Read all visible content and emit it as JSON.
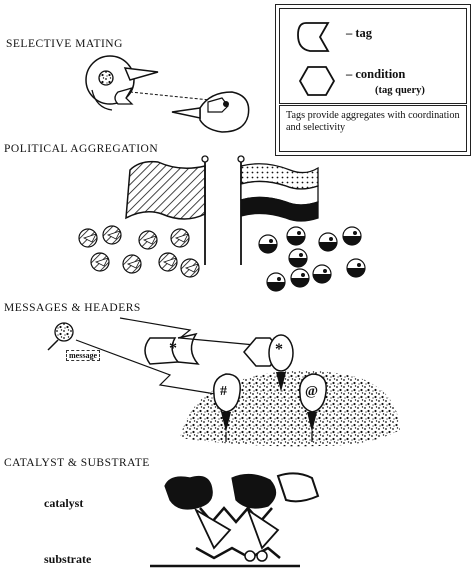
{
  "sections": {
    "selective_mating": "SELECTIVE MATING",
    "political_aggregation": "POLITICAL AGGREGATION",
    "messages_headers": "MESSAGES & HEADERS",
    "catalyst_substrate": "CATALYST & SUBSTRATE"
  },
  "legend": {
    "tag_label": "– tag",
    "condition_label": "– condition",
    "condition_sub": "(tag query)",
    "note": "Tags provide aggregates with coordination and selectivity"
  },
  "messages": {
    "message_label": "message",
    "symbols": [
      "*",
      "*",
      "#",
      "@"
    ]
  },
  "catalyst": {
    "catalyst_label": "catalyst",
    "substrate_label": "substrate"
  }
}
